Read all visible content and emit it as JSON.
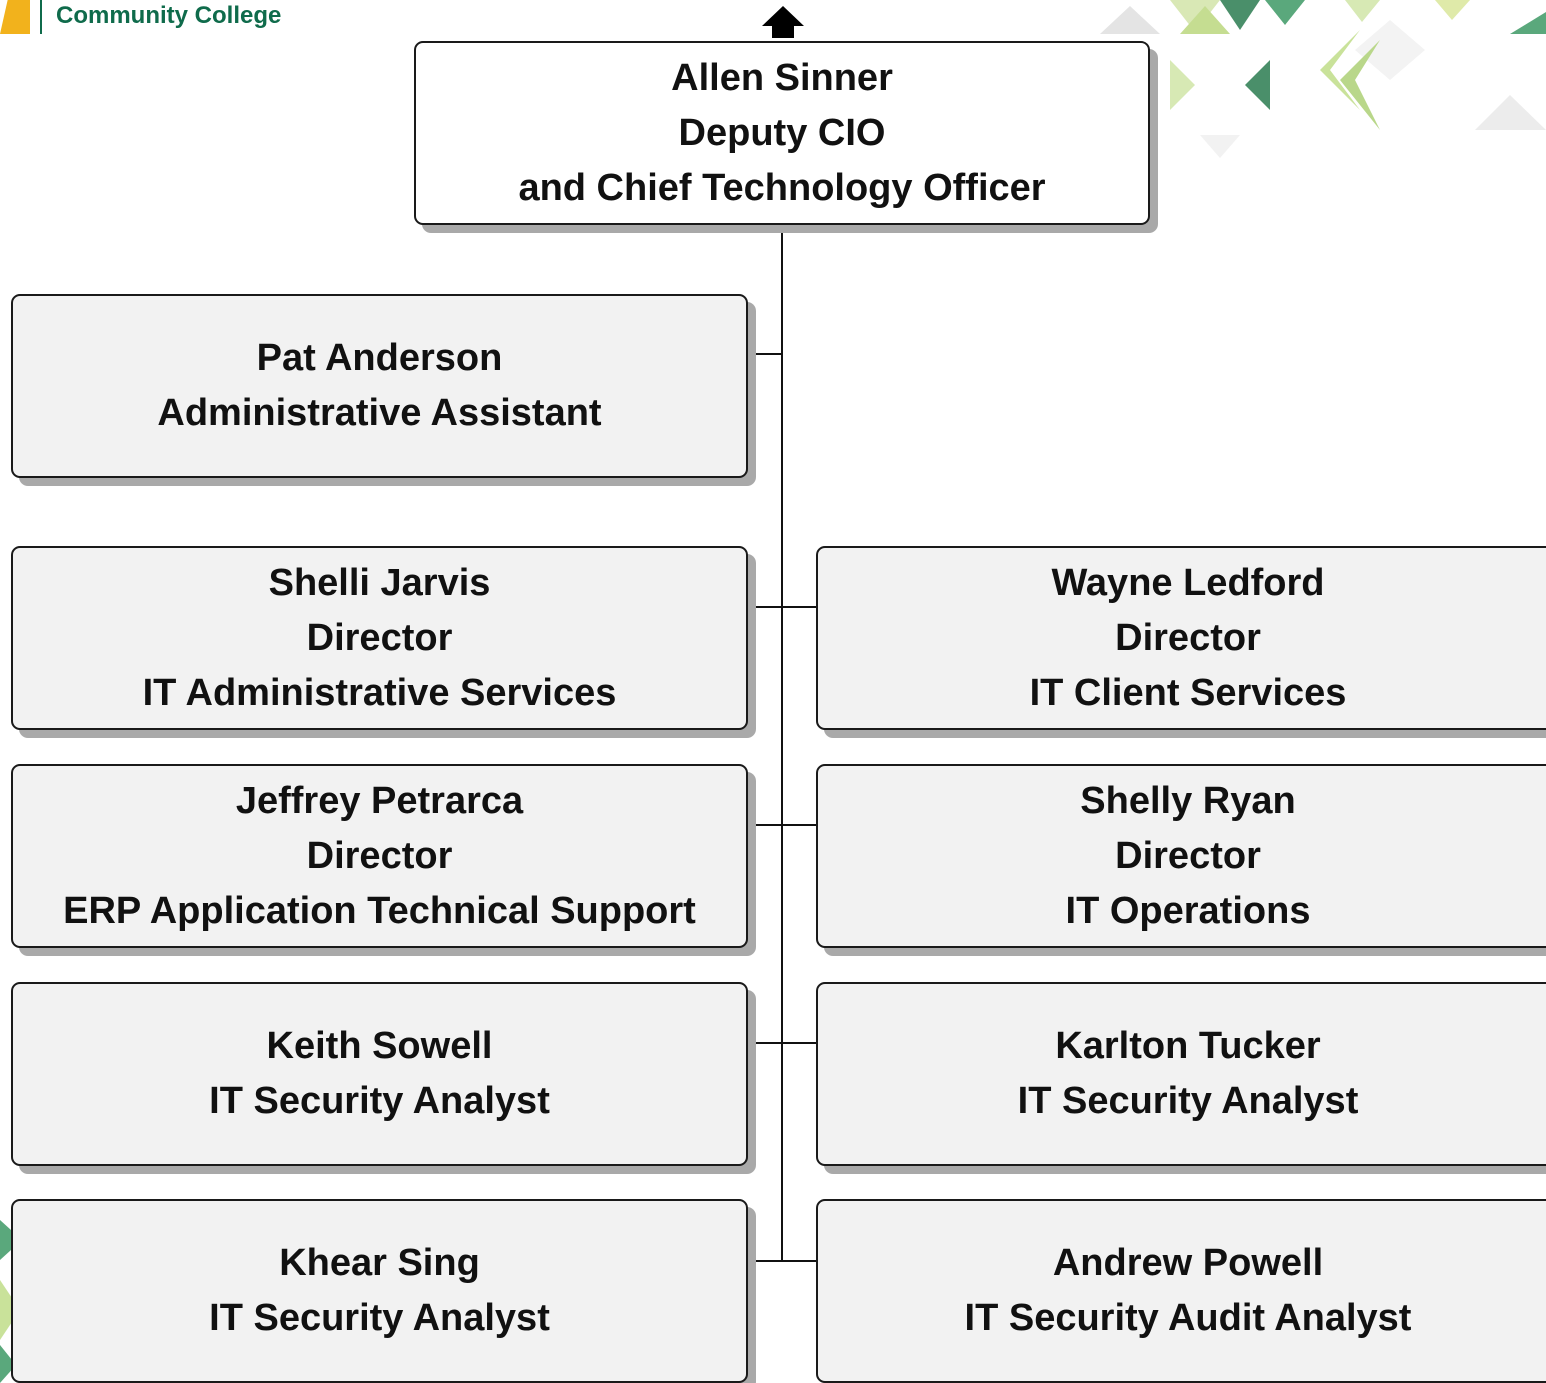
{
  "header": {
    "college_name": "Community College"
  },
  "colors": {
    "brand_green": "#0f6b4b",
    "brand_gold": "#f2b21c",
    "box_fill": "#f2f2f2",
    "box_border": "#1a1a1a",
    "shadow": "#a9a9a9"
  },
  "icons": {
    "up_arrow": "arrow-up-icon"
  },
  "top": {
    "name": "Allen Sinner",
    "title": "Deputy CIO",
    "subtitle": "and Chief Technology Officer"
  },
  "assistant": {
    "name": "Pat Anderson",
    "title": "Administrative Assistant"
  },
  "left": [
    {
      "name": "Shelli Jarvis",
      "title": "Director",
      "unit": "IT Administrative Services"
    },
    {
      "name": "Jeffrey Petrarca",
      "title": "Director",
      "unit": "ERP Application Technical Support"
    },
    {
      "name": "Keith Sowell",
      "title": "IT Security Analyst"
    },
    {
      "name": "Khear Sing",
      "title": "IT Security Analyst"
    }
  ],
  "right": [
    {
      "name": "Wayne Ledford",
      "title": "Director",
      "unit": "IT Client Services"
    },
    {
      "name": "Shelly Ryan",
      "title": "Director",
      "unit": "IT Operations"
    },
    {
      "name": "Karlton Tucker",
      "title": "IT Security Analyst"
    },
    {
      "name": "Andrew Powell",
      "title": "IT Security Audit Analyst"
    }
  ]
}
